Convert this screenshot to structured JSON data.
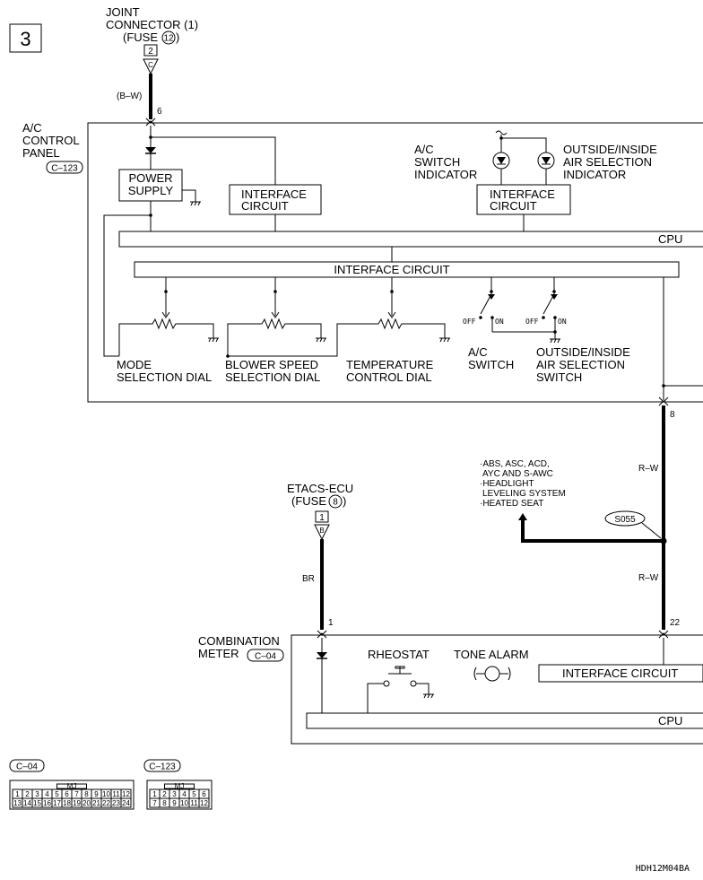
{
  "page_number": "3",
  "top_source": {
    "line1": "JOINT",
    "line2": "CONNECTOR (1)",
    "line3": "(FUSE",
    "fuse_no": "12",
    "close": ")",
    "pin": "2",
    "conn": "C"
  },
  "wire_bw": "(B–W)",
  "pin_6": "6",
  "ac_panel": {
    "line1": "A/C",
    "line2": "CONTROL",
    "line3": "PANEL",
    "connector": "C–123"
  },
  "power_supply": {
    "line1": "POWER",
    "line2": "SUPPLY"
  },
  "interface1": {
    "line1": "INTERFACE",
    "line2": "CIRCUIT"
  },
  "interface2": {
    "line1": "INTERFACE",
    "line2": "CIRCUIT"
  },
  "ac_switch_indicator": {
    "line1": "A/C",
    "line2": "SWITCH",
    "line3": "INDICATOR"
  },
  "outside_indicator": {
    "line1": "OUTSIDE/INSIDE",
    "line2": "AIR SELECTION",
    "line3": "INDICATOR"
  },
  "cpu1": "CPU",
  "interface_wide": "INTERFACE CIRCUIT",
  "mode_dial": {
    "line1": "MODE",
    "line2": "SELECTION DIAL"
  },
  "blower_dial": {
    "line1": "BLOWER SPEED",
    "line2": "SELECTION DIAL"
  },
  "temp_dial": {
    "line1": "TEMPERATURE",
    "line2": "CONTROL DIAL"
  },
  "ac_switch": {
    "line1": "A/C",
    "line2": "SWITCH",
    "off": "OFF",
    "on": "ON"
  },
  "outside_switch": {
    "line1": "OUTSIDE/INSIDE",
    "line2": "AIR SELECTION",
    "line3": "SWITCH",
    "off": "OFF",
    "on": "ON"
  },
  "pin_8": "8",
  "wire_rw1": "R–W",
  "notes": [
    "·ABS, ASC, ACD,",
    "AYC AND S-AWC",
    "·HEADLIGHT",
    "LEVELING SYSTEM",
    "·HEATED SEAT"
  ],
  "splice": "S055",
  "wire_rw2": "R–W",
  "etacs": {
    "line1": "ETACS-ECU",
    "line2": "(FUSE",
    "fuse_no": "8",
    "close": ")",
    "pin": "1",
    "conn": "B"
  },
  "wire_br": "BR",
  "pin_1": "1",
  "pin_22": "22",
  "combination_meter": {
    "line1": "COMBINATION",
    "line2": "METER",
    "connector": "C–04"
  },
  "rheostat": "RHEOSTAT",
  "tone_alarm": "TONE ALARM",
  "interface3": "INTERFACE CIRCUIT",
  "cpu2": "CPU",
  "conn_c04": {
    "label": "C–04",
    "key": "MJ",
    "row1": [
      "1",
      "2",
      "3",
      "4",
      "5",
      "6",
      "7",
      "8",
      "9",
      "10",
      "11",
      "12"
    ],
    "row2": [
      "13",
      "14",
      "15",
      "16",
      "17",
      "18",
      "19",
      "20",
      "21",
      "22",
      "23",
      "24"
    ]
  },
  "conn_c123": {
    "label": "C–123",
    "key": "MJ",
    "row1": [
      "1",
      "2",
      "3",
      "4",
      "5",
      "6"
    ],
    "row2": [
      "7",
      "8",
      "9",
      "10",
      "11",
      "12"
    ]
  },
  "diagram_code": "HDH12M04BA"
}
